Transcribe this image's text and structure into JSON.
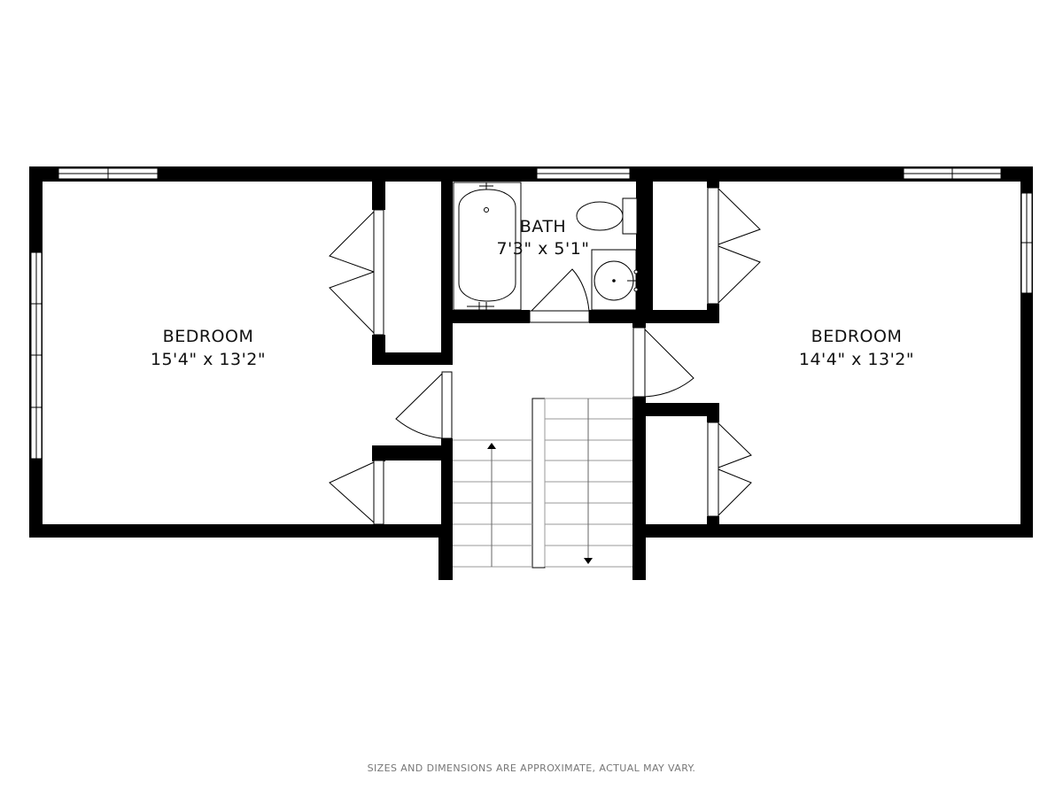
{
  "rooms": {
    "bedroom_left": {
      "name": "BEDROOM",
      "dimensions": "15'4\" x 13'2\""
    },
    "bath": {
      "name": "BATH",
      "dimensions": "7'3\" x 5'1\""
    },
    "bedroom_right": {
      "name": "BEDROOM",
      "dimensions": "14'4\" x 13'2\""
    }
  },
  "footer": {
    "disclaimer": "SIZES AND DIMENSIONS ARE APPROXIMATE, ACTUAL MAY VARY."
  }
}
